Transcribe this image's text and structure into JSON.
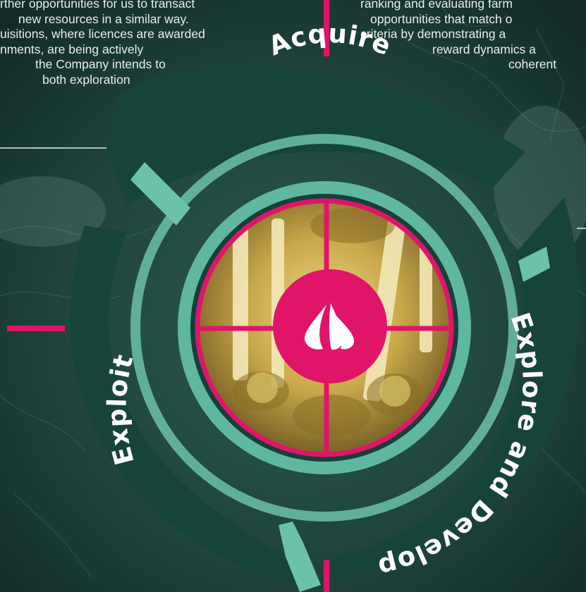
{
  "paragraph_left": {
    "lines": [
      "rther opportunities for us to transact",
      "new resources in a similar way.",
      "uisitions, where licences are awarded",
      "nments, are being actively",
      "the Company intends to",
      "both exploration"
    ]
  },
  "paragraph_right": {
    "lines": [
      "ranking and evaluating farm",
      "opportunities that match o",
      "criteria by demonstrating a",
      "reward dynamics a",
      "coherent"
    ]
  },
  "cycle": {
    "segments": [
      {
        "label": "Acquire"
      },
      {
        "label": "Explore and Develop"
      },
      {
        "label": "Exploit"
      }
    ]
  },
  "center": {
    "icon": "flame-drop-logo-icon"
  },
  "colors": {
    "background": "#1b3d36",
    "segment": "#16443a",
    "ring": "#6cc1aa",
    "accent": "#e0156a",
    "text": "#ffffff"
  }
}
